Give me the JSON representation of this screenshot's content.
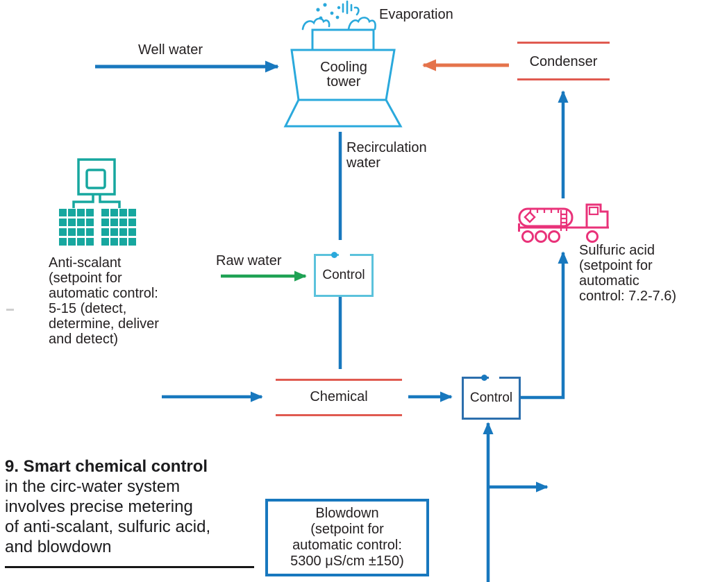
{
  "colors": {
    "arrow_blue": "#1878BE",
    "cyan": "#2AA9DC",
    "control1_border": "#5BC2DC",
    "control2_border": "#2C6FAD",
    "teal": "#17A79F",
    "pink": "#E93279",
    "red": "#E05A50",
    "orange": "#E5734B",
    "green": "#1FA254",
    "text": "#231F20"
  },
  "nodes": {
    "evaporation": {
      "label": "Evaporation"
    },
    "cooling_tower": {
      "line1": "Cooling",
      "line2": "tower"
    },
    "condenser": {
      "label": "Condenser"
    },
    "control_recirc": {
      "label": "Control"
    },
    "control_chemical": {
      "label": "Control"
    },
    "chemical": {
      "label": "Chemical"
    },
    "blowdown": {
      "lines": [
        "Blowdown",
        "(setpoint for",
        "automatic control:",
        "5300 μS/cm ±150)"
      ]
    },
    "anti_scalant": {
      "lines": [
        "Anti-scalant",
        "(setpoint for",
        "automatic control:",
        "5-15 (detect,",
        "determine, deliver",
        "and detect)"
      ]
    },
    "sulfuric_acid": {
      "lines": [
        "Sulfuric acid",
        "(setpoint for",
        "automatic",
        "control: 7.2-7.6)"
      ]
    }
  },
  "flows": {
    "well_water": {
      "label": "Well water"
    },
    "raw_water": {
      "label": "Raw water"
    },
    "recirculation": {
      "line1": "Recirculation",
      "line2": "water"
    }
  },
  "icons": {
    "evaporation_spray": "evaporation-spray-icon",
    "cooling_tower": "cooling-tower-icon",
    "anti_scalant_doser": "anti-scalant-doser-icon",
    "acid_tanker_truck": "acid-tanker-truck-icon"
  },
  "caption": {
    "title": "9. Smart chemical control",
    "lines": [
      "in the circ-water system",
      "involves precise metering",
      "of anti-scalant, sulfuric acid,",
      "and blowdown"
    ]
  }
}
